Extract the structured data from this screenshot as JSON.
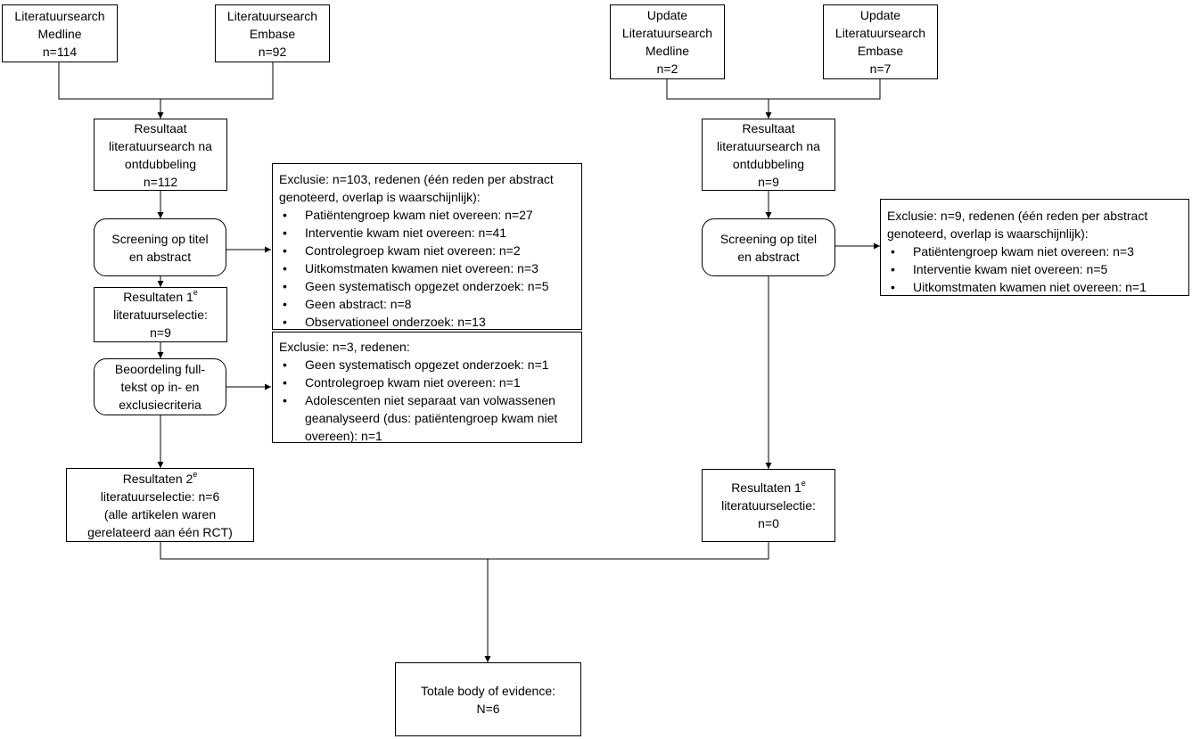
{
  "left": {
    "medline": [
      "Literatuursearch",
      "Medline",
      "n=114"
    ],
    "embase": [
      "Literatuursearch",
      "Embase",
      "n=92"
    ],
    "dedup": [
      "Resultaat",
      "literatuursearch na",
      "ontdubbeling",
      "n=112"
    ],
    "screening": [
      "Screening op titel",
      "en abstract"
    ],
    "selection1": {
      "prefix": "Resultaten 1",
      "sup": "e",
      "lines": [
        "literatuurselectie:",
        "n=9"
      ]
    },
    "fulltext": [
      "Beoordeling full-",
      "tekst op in- en",
      "exclusiecriteria"
    ],
    "selection2": {
      "prefix": "Resultaten 2",
      "sup": "e",
      "lines": [
        "literatuurselectie: n=6",
        "(alle artikelen waren",
        "gerelateerd aan één RCT)"
      ]
    },
    "exclusion1": {
      "header": [
        "Exclusie: n=103, redenen (één reden per abstract",
        "genoteerd, overlap is waarschijnlijk):"
      ],
      "items": [
        "Patiëntengroep kwam niet overeen: n=27",
        "Interventie kwam niet overeen: n=41",
        "Controlegroep kwam niet overeen: n=2",
        "Uitkomstmaten kwamen niet overeen: n=3",
        "Geen systematisch opgezet onderzoek: n=5",
        "Geen abstract: n=8",
        "Observationeel onderzoek: n=13"
      ]
    },
    "exclusion2": {
      "header": [
        "Exclusie: n=3, redenen:"
      ],
      "items": [
        "Geen systematisch opgezet onderzoek: n=1",
        "Controlegroep kwam niet overeen: n=1",
        "Adolescenten niet separaat van volwassenen geanalyseerd (dus: patiëntengroep kwam niet overeen): n=1"
      ]
    }
  },
  "right": {
    "medline": [
      "Update",
      "Literatuursearch",
      "Medline",
      "n=2"
    ],
    "embase": [
      "Update",
      "Literatuursearch",
      "Embase",
      "n=7"
    ],
    "dedup": [
      "Resultaat",
      "literatuursearch na",
      "ontdubbeling",
      "n=9"
    ],
    "screening": [
      "Screening op titel",
      "en abstract"
    ],
    "selection1": {
      "prefix": "Resultaten 1",
      "sup": "e",
      "lines": [
        "literatuurselectie:",
        "n=0"
      ]
    },
    "exclusion": {
      "header": [
        "Exclusie: n=9, redenen (één reden per abstract",
        "genoteerd, overlap is waarschijnlijk):"
      ],
      "items": [
        "Patiëntengroep kwam niet overeen: n=3",
        "Interventie kwam niet overeen: n=5",
        "Uitkomstmaten kwamen niet overeen: n=1"
      ]
    }
  },
  "total": [
    "Totale body of evidence:",
    "N=6"
  ]
}
